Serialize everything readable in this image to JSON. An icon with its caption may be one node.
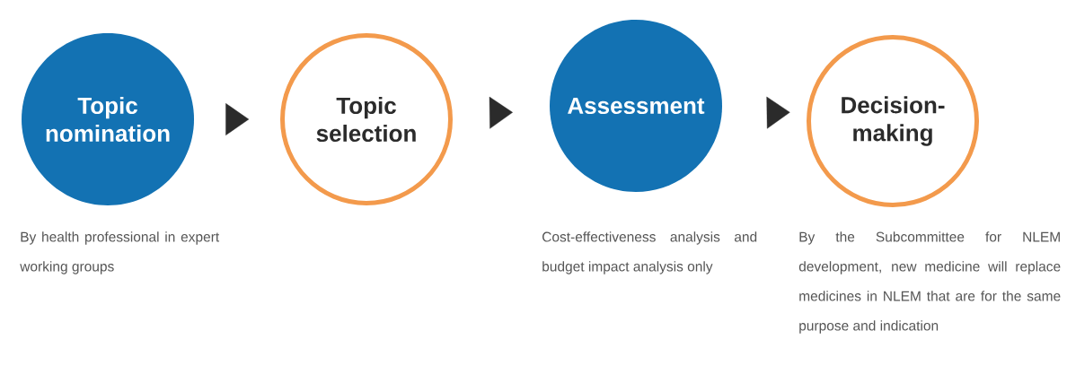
{
  "diagram": {
    "nodes": [
      {
        "text": [
          "Topic nomination"
        ],
        "beside": [
          "By health professional in expert working groups"
        ]
      },
      {
        "text": [
          "Topic selection"
        ]
      },
      {
        "text": [
          "Assessment"
        ],
        "beside": [
          "Cost-effectiveness analysis and budget impact analysis only"
        ]
      },
      {
        "text": [
          "Decision-making"
        ],
        "beside": [
          "By the Subcommittee for NLEM development, new medicine will replace medicines in NLEM that are for the same purpose and indication"
        ]
      }
    ],
    "edges": [
      {
        "from": 0,
        "to": 1,
        "arrow": "to"
      },
      {
        "from": 1,
        "to": 2,
        "arrow": "to"
      },
      {
        "from": 2,
        "to": 3,
        "arrow": "to"
      }
    ]
  }
}
